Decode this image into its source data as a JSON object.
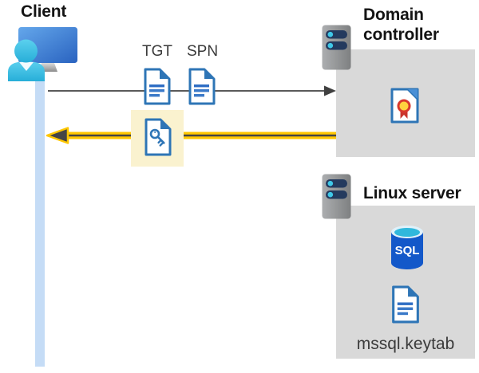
{
  "client": {
    "label": "Client"
  },
  "tickets": {
    "tgt": "TGT",
    "spn": "SPN"
  },
  "domain_controller": {
    "label": "Domain controller"
  },
  "linux_server": {
    "label": "Linux server",
    "keytab": "mssql.keytab"
  },
  "sql_badge": "SQL",
  "colors": {
    "doc_blue": "#2e75b6",
    "doc_line_blue": "#3a79c8",
    "highlight_yellow": "#faf2cf",
    "arrow_yellow": "#ffc700",
    "arrow_dark": "#454545",
    "request_arrow_gray": "#5a5a5a",
    "box_gray": "#d9d9d9",
    "timeline_blue": "#c5dcf6",
    "sql_blue": "#1358c9",
    "sql_top_teal": "#30b8dc",
    "server_navy": "#243a5e",
    "server_dot_cyan": "#3fc8e8",
    "cert_ring_red": "#d8382e",
    "cert_center_yellow": "#ffd23e",
    "monitor_blue": "#2a63c0",
    "person_cyan": "#27aed8"
  }
}
